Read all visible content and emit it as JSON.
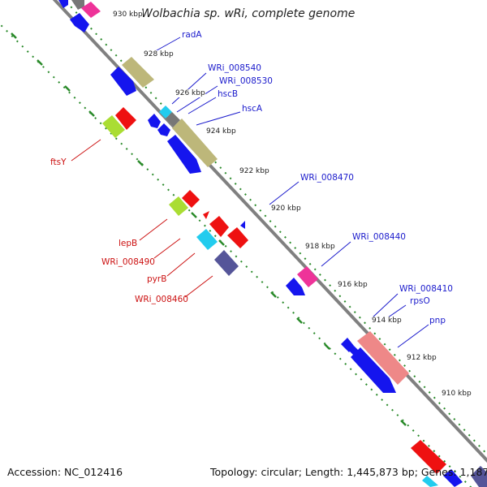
{
  "title": "Wolbachia sp. wRi, complete genome",
  "accession_text": "Accession: NC_012416",
  "summary_text": "Topology: circular; Length: 1,445,873 bp; Genes: 1,187",
  "kbp_labels": [
    "930 kbp",
    "928 kbp",
    "926 kbp",
    "924 kbp",
    "922 kbp",
    "920 kbp",
    "918 kbp",
    "916 kbp",
    "914 kbp",
    "912 kbp",
    "910 kbp"
  ],
  "forward_gene_labels": [
    "radA",
    "WRi_008540",
    "WRi_008530",
    "hscB",
    "hscA",
    "WRi_008470",
    "WRi_008440",
    "WRi_008410",
    "rpsO",
    "pnp"
  ],
  "reverse_gene_labels": [
    "ftsY",
    "lepB",
    "WRi_008490",
    "pyrB",
    "WRi_008460"
  ],
  "colors": {
    "backbone": "#808080",
    "tick": "#2a8a2a",
    "blue_gene": "#1515ee",
    "red_gene": "#ee1111",
    "olive": "#bdb77a",
    "cyan": "#22ccee",
    "gray_gene": "#777777",
    "magenta": "#ee3399",
    "lime": "#aadd33",
    "purple": "#555599",
    "salmon": "#ee8888",
    "forward_label": "#1a1acc",
    "reverse_label": "#cc1111"
  }
}
